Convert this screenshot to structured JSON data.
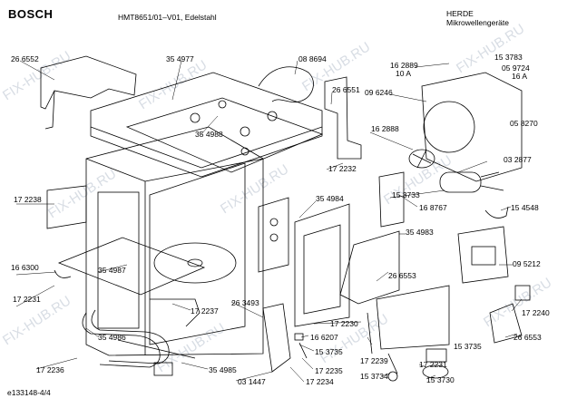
{
  "header": {
    "brand": "BOSCH",
    "model": "HMT8651/01–V01, Edelstahl",
    "group": "HERDE",
    "subgroup": "Mikrowellengeräte",
    "doc_id": "e133148-4/4"
  },
  "watermark": "FIX-HUB.RU",
  "parts": [
    "26 6552",
    "35 4977",
    "08 8694",
    "26 6551",
    "16 2889",
    "10 A",
    "15 3783",
    "05 9724",
    "16 A",
    "09 6246",
    "05 8270",
    "35 4988",
    "16 2888",
    "03 2877",
    "17 2232",
    "17 2238",
    "15 3733",
    "16 8767",
    "15 4548",
    "35 4984",
    "35 4983",
    "16 6300",
    "35 4987",
    "09 5212",
    "17 2231",
    "26 6553",
    "17 2237",
    "26 3493",
    "17 2240",
    "17 2230",
    "35 4986",
    "16 6207",
    "15 3735",
    "17 2239",
    "26 6553",
    "17 2236",
    "35 4985",
    "17 2231",
    "03 1447",
    "17 2234",
    "17 2235",
    "15 3734",
    "15 3730",
    "15 3735"
  ]
}
